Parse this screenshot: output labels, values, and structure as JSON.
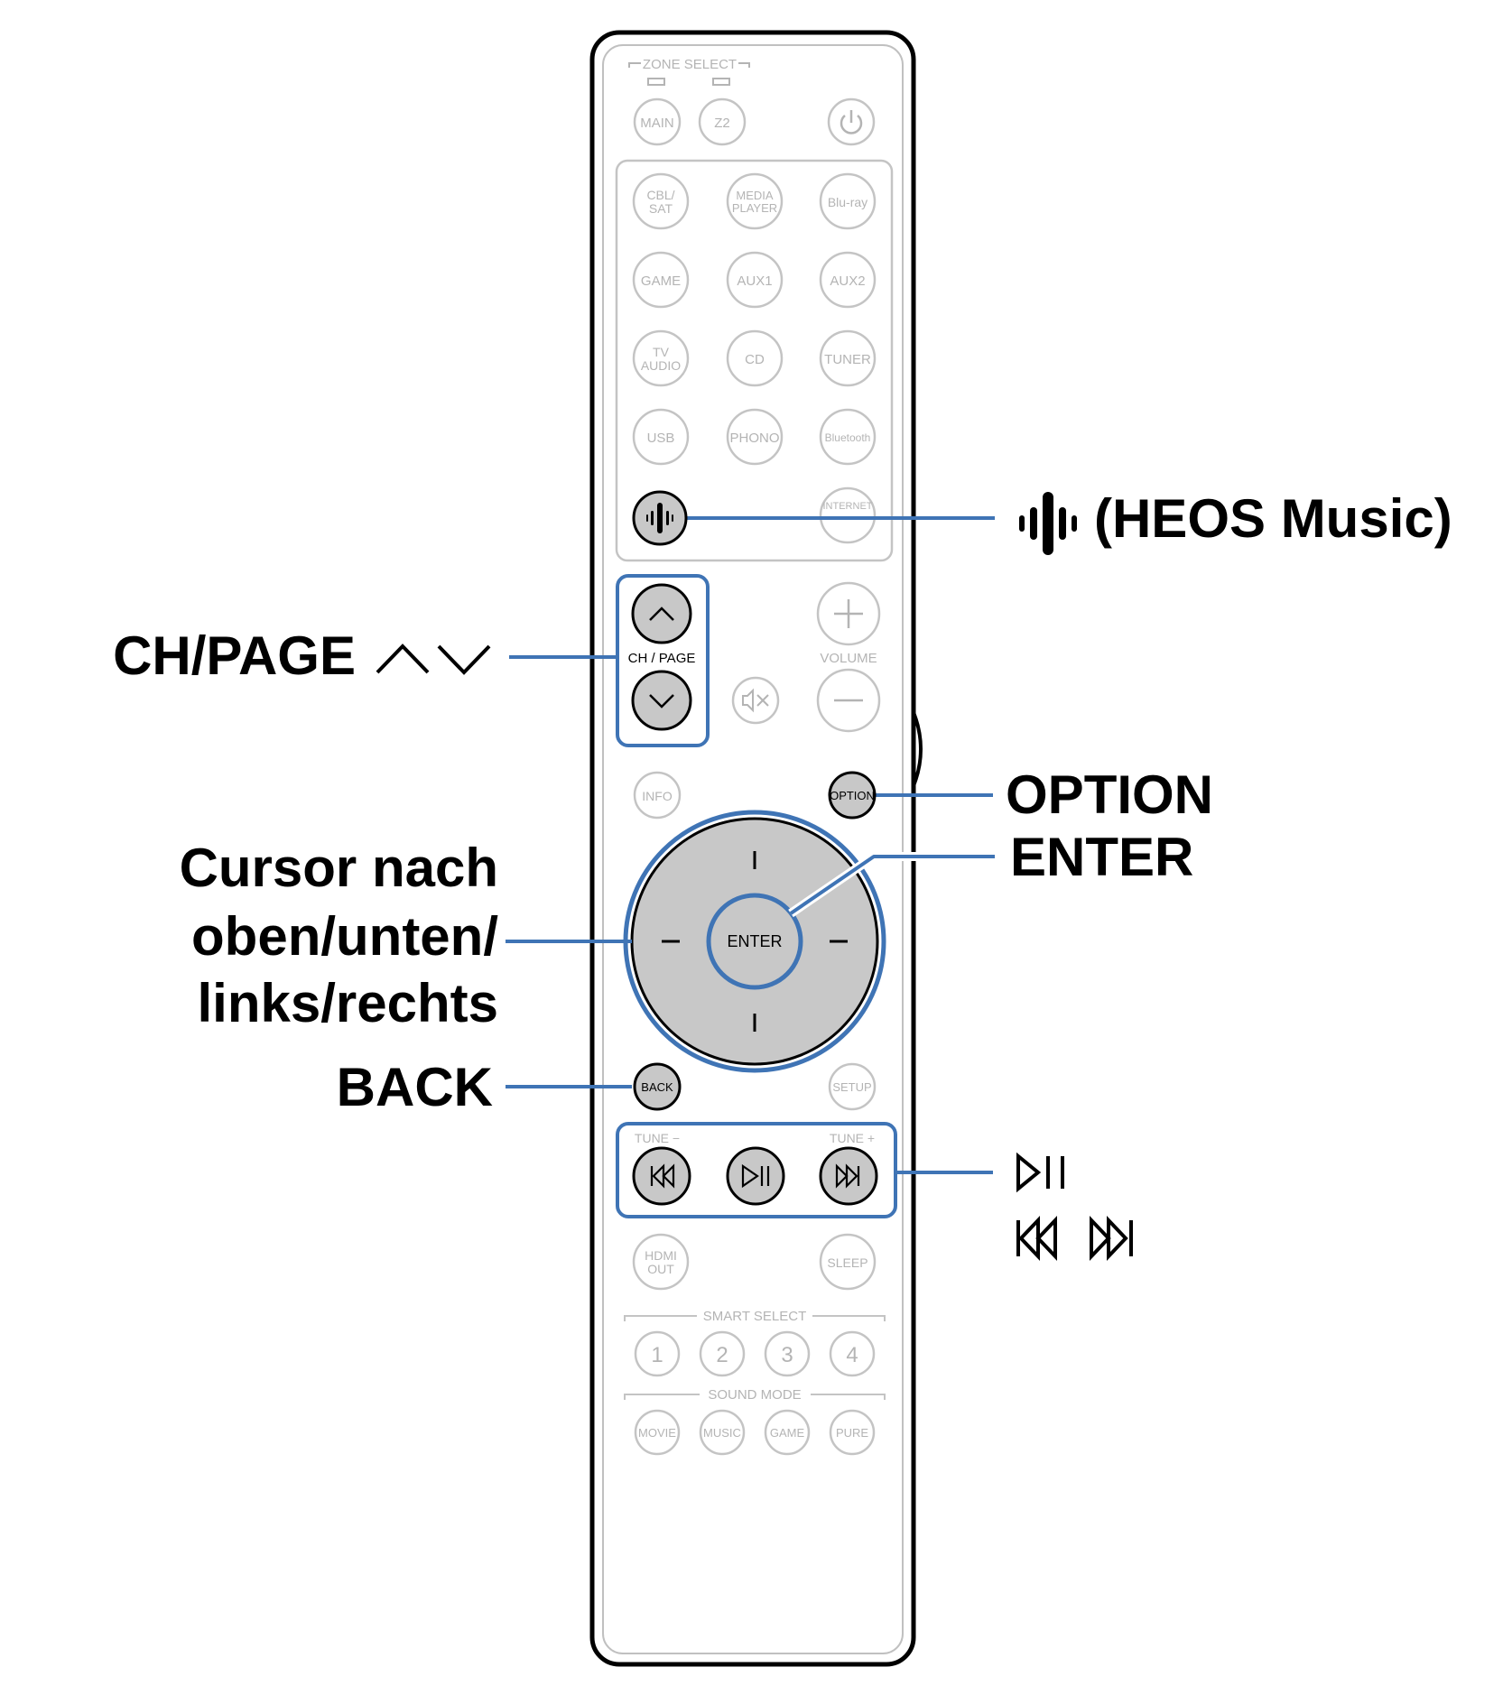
{
  "remote": {
    "zone_select": "ZONE SELECT",
    "zone_main": "MAIN",
    "zone_z2": "Z2",
    "sources": {
      "cbl_sat_1": "CBL/",
      "cbl_sat_2": "SAT",
      "media_player_1": "MEDIA",
      "media_player_2": "PLAYER",
      "bluray": "Blu-ray",
      "game": "GAME",
      "aux1": "AUX1",
      "aux2": "AUX2",
      "tv_audio_1": "TV",
      "tv_audio_2": "AUDIO",
      "cd": "CD",
      "tuner": "TUNER",
      "usb": "USB",
      "phono": "PHONO",
      "bluetooth": "Bluetooth",
      "internet_radio": "INTERNET"
    },
    "ch_page": "CH / PAGE",
    "volume": "VOLUME",
    "info": "INFO",
    "option": "OPTION",
    "enter": "ENTER",
    "back": "BACK",
    "setup": "SETUP",
    "tune_minus": "TUNE −",
    "tune_plus": "TUNE +",
    "hdmi_out_1": "HDMI",
    "hdmi_out_2": "OUT",
    "sleep": "SLEEP",
    "smart_select": "SMART SELECT",
    "smart_1": "1",
    "smart_2": "2",
    "smart_3": "3",
    "smart_4": "4",
    "sound_mode": "SOUND MODE",
    "movie": "MOVIE",
    "music": "MUSIC",
    "mode_game": "GAME",
    "pure": "PURE"
  },
  "callouts": {
    "heos": "(HEOS Music)",
    "ch_page": "CH/PAGE",
    "option": "OPTION",
    "enter": "ENTER",
    "cursor_1": "Cursor nach",
    "cursor_2": "oben/unten/",
    "cursor_3": "links/rechts",
    "back": "BACK"
  },
  "colors": {
    "highlight": "#3f74b5",
    "active_button": "#c8c8c8",
    "inactive_outline": "#c4c4c4"
  },
  "icons": [
    "heos-icon",
    "power-icon",
    "cursor-up-icon",
    "cursor-down-icon",
    "mute-icon",
    "plus-icon",
    "minus-icon",
    "skip-back-icon",
    "play-pause-icon",
    "skip-forward-icon"
  ]
}
